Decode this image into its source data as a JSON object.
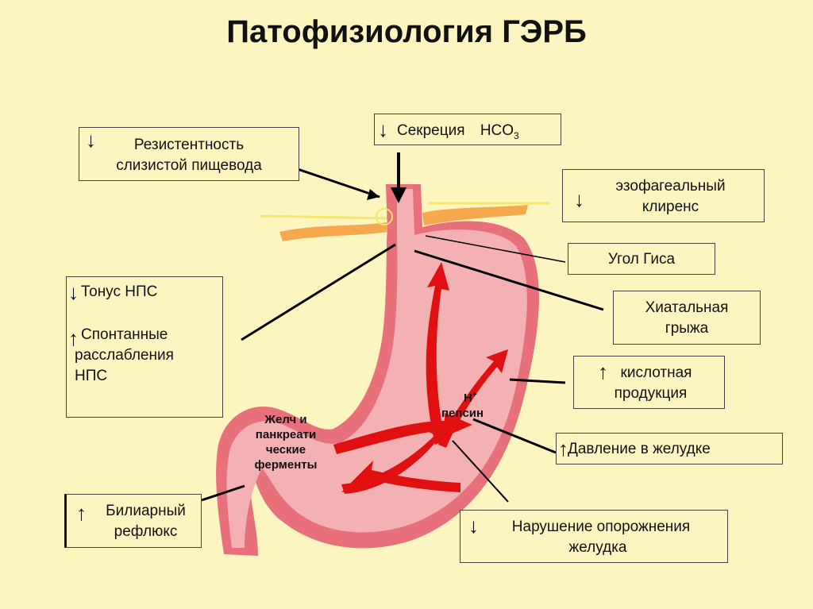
{
  "title": "Патофизиология ГЭРБ",
  "arrows": {
    "down": "↓",
    "up": "↑"
  },
  "boxes": {
    "resistance": [
      "Резистентность",
      "слизистой пищевода"
    ],
    "secretion": {
      "label": "Секреция",
      "formula": "HCO",
      "sub": "3"
    },
    "clearance": [
      "эзофагеальный",
      "клиренс"
    ],
    "angle": "Угол Гиса",
    "hernia": [
      "Хиатальная",
      "грыжа"
    ],
    "tone": {
      "line1": "Тонус НПС",
      "line2": "Спонтанные",
      "line3": "расслабления",
      "line4": "НПС"
    },
    "acid": [
      "кислотная",
      "продукция"
    ],
    "pressure": "Давление в желудке",
    "biliary": [
      "Билиарный",
      "рефлюкс"
    ],
    "emptying": [
      "Нарушение опорожнения",
      "желудка"
    ]
  },
  "inner_labels": {
    "bile": [
      "Желч и",
      "панкреати",
      "ческие",
      "ферменты"
    ],
    "hplus": "H",
    "hplus_sup": "+",
    "pepsin": "пепсин"
  }
}
